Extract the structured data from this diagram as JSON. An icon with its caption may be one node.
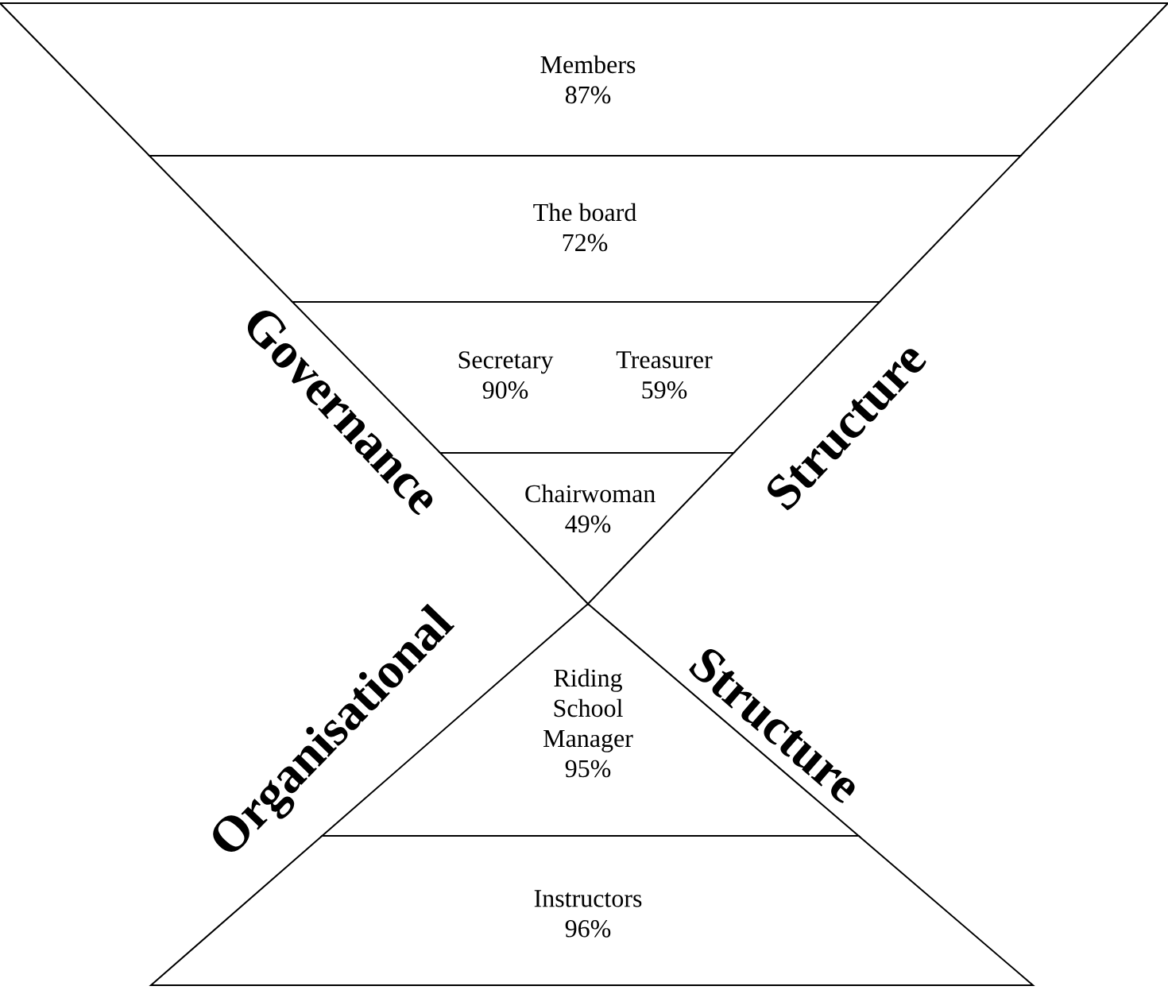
{
  "diagram": {
    "nodes": [
      {
        "text": [
          "Members 87%"
        ]
      },
      {
        "text": [
          "The board 72%"
        ]
      },
      {
        "text": [
          "Secretary 90%",
          "Treasurer 59%"
        ]
      },
      {
        "text": [
          "Chairwoman 49%"
        ]
      },
      {
        "text": [
          "Riding School Manager 95%"
        ]
      },
      {
        "text": [
          "Instructors 96%"
        ]
      }
    ],
    "labels": [
      "Governance",
      "Structure",
      "Organisational",
      "Structure"
    ]
  }
}
